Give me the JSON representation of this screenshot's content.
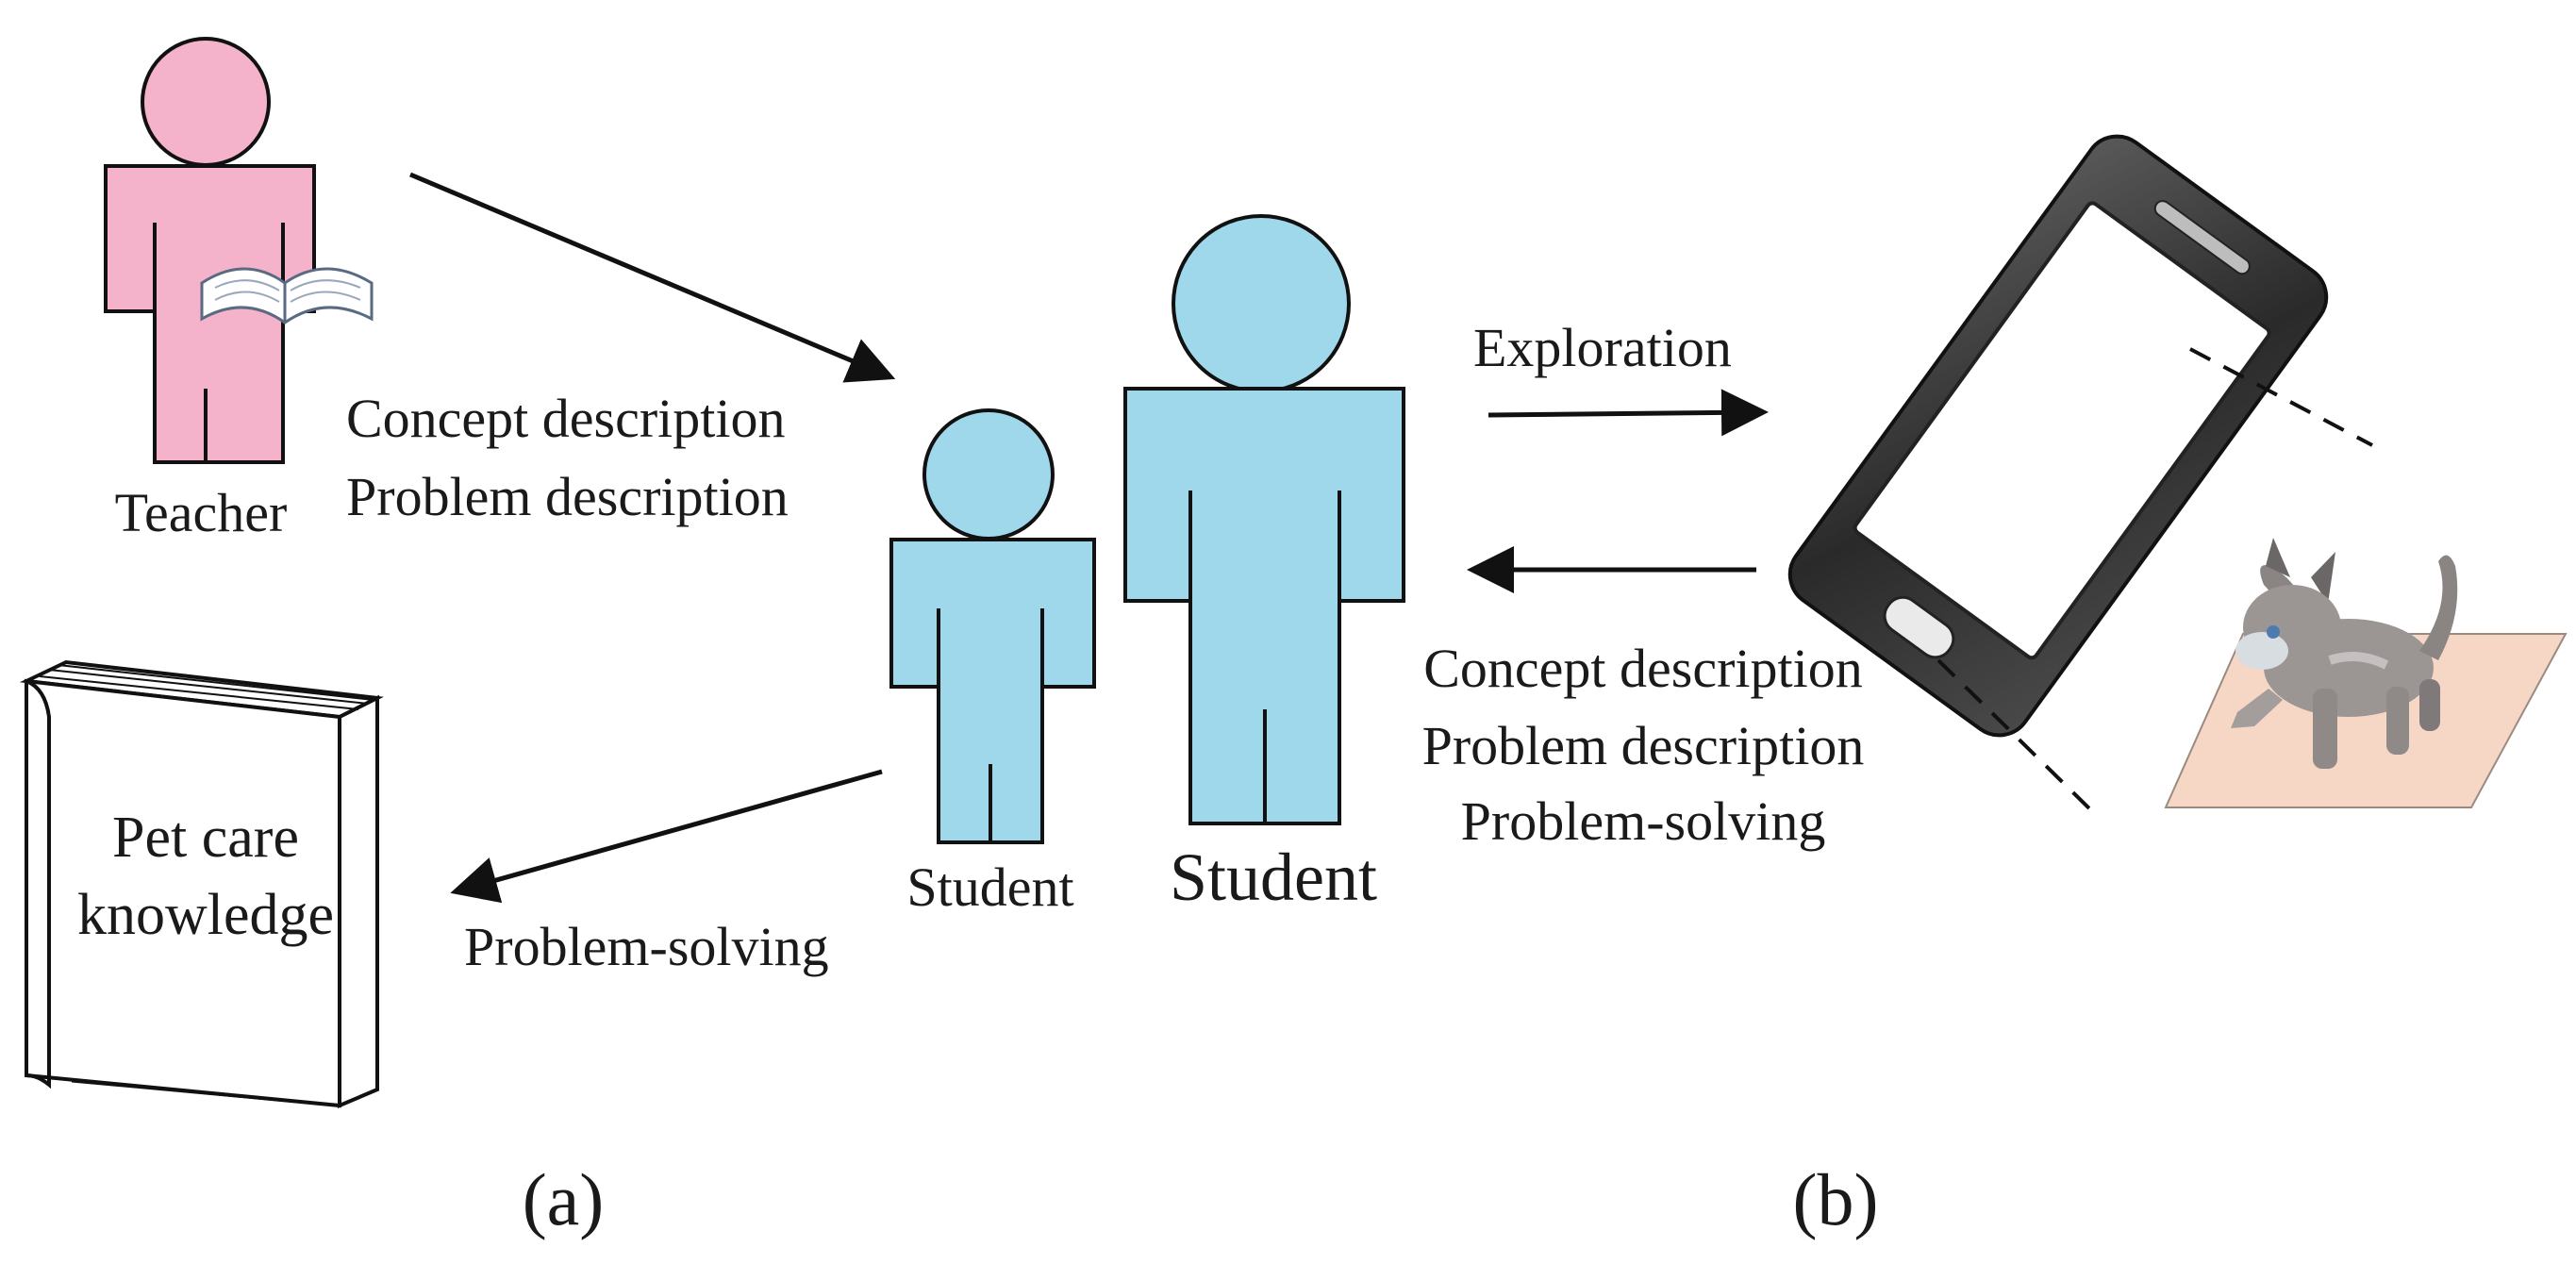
{
  "actors": {
    "teacher": "Teacher",
    "student_small": "Student",
    "student_large": "Student"
  },
  "flows": {
    "teacher_to_student": [
      "Concept description",
      "Problem description"
    ],
    "student_to_book": "Problem-solving",
    "student_to_device": "Exploration",
    "device_to_student": [
      "Concept description",
      "Problem description",
      "Problem-solving"
    ]
  },
  "book": {
    "title_line1": "Pet care",
    "title_line2": "knowledge"
  },
  "captions": {
    "a": "(a)",
    "b": "(b)"
  },
  "colors": {
    "teacher_fill": "#f4b3cb",
    "student_fill": "#9fd8ea",
    "outline": "#111111",
    "pet_mat": "#f6d6c4",
    "phone_body": "#3a3a3a"
  }
}
